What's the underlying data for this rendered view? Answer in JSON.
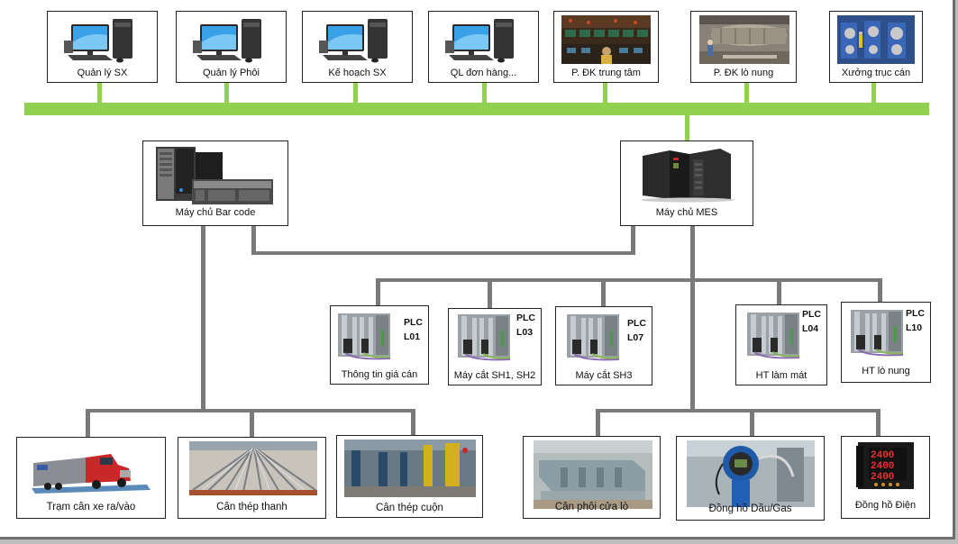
{
  "diagram": {
    "colors": {
      "bus": "#92d050",
      "wire": "#7a7a7a",
      "border": "#222222"
    },
    "top_row": [
      {
        "id": "quan-ly-sx",
        "label": "Quản lý SX",
        "icon": "desktop-pc-icon"
      },
      {
        "id": "quan-ly-phoi",
        "label": "Quản lý Phôi",
        "icon": "desktop-pc-icon"
      },
      {
        "id": "ke-hoach-sx",
        "label": "Kế hoạch SX",
        "icon": "desktop-pc-icon"
      },
      {
        "id": "ql-don-hang",
        "label": "QL  đơn hàng...",
        "icon": "desktop-pc-icon"
      },
      {
        "id": "p-dk-trung-tam",
        "label": "P. ĐK trung tâm",
        "icon": "control-room-photo"
      },
      {
        "id": "p-dk-lo-nung",
        "label": "P. ĐK lò nung",
        "icon": "furnace-photo"
      },
      {
        "id": "xuong-truc-can",
        "label": "Xưởng trục cán",
        "icon": "rolling-mill-photo"
      }
    ],
    "servers": {
      "barcode": {
        "label": "Máy chủ  Bar code",
        "icon": "server-rack-icon"
      },
      "mes": {
        "label": "Máy chủ MES",
        "icon": "server-tower-icon"
      }
    },
    "plcs": [
      {
        "tag_line1": "PLC",
        "tag_line2": "L01",
        "label": "Thông tin giá cán"
      },
      {
        "tag_line1": "PLC",
        "tag_line2": "L03",
        "label": "Máy cắt SH1, SH2"
      },
      {
        "tag_line1": "PLC",
        "tag_line2": "L07",
        "label": "Máy cắt SH3"
      },
      {
        "tag_line1": "PLC",
        "tag_line2": "L04",
        "label": "HT làm mát"
      },
      {
        "tag_line1": "PLC",
        "tag_line2": "L10",
        "label": "HT lò nung"
      }
    ],
    "bottom_left": [
      {
        "label": "Trạm cân xe ra/vào",
        "icon": "truck-scale-photo"
      },
      {
        "label": "Cân thép thanh",
        "icon": "steel-bars-photo"
      },
      {
        "label": "Cân thép cuộn",
        "icon": "steel-coil-photo"
      }
    ],
    "bottom_right": [
      {
        "label": "Cân phôi cửa lò",
        "icon": "billet-scale-photo"
      },
      {
        "label": "Đồng hồ Dầu/Gas",
        "icon": "flow-meter-photo"
      },
      {
        "label": "Đồng hồ Điện",
        "icon": "power-meter-photo"
      }
    ],
    "power_meter_readout": [
      "2400",
      "2400",
      "2400"
    ]
  }
}
